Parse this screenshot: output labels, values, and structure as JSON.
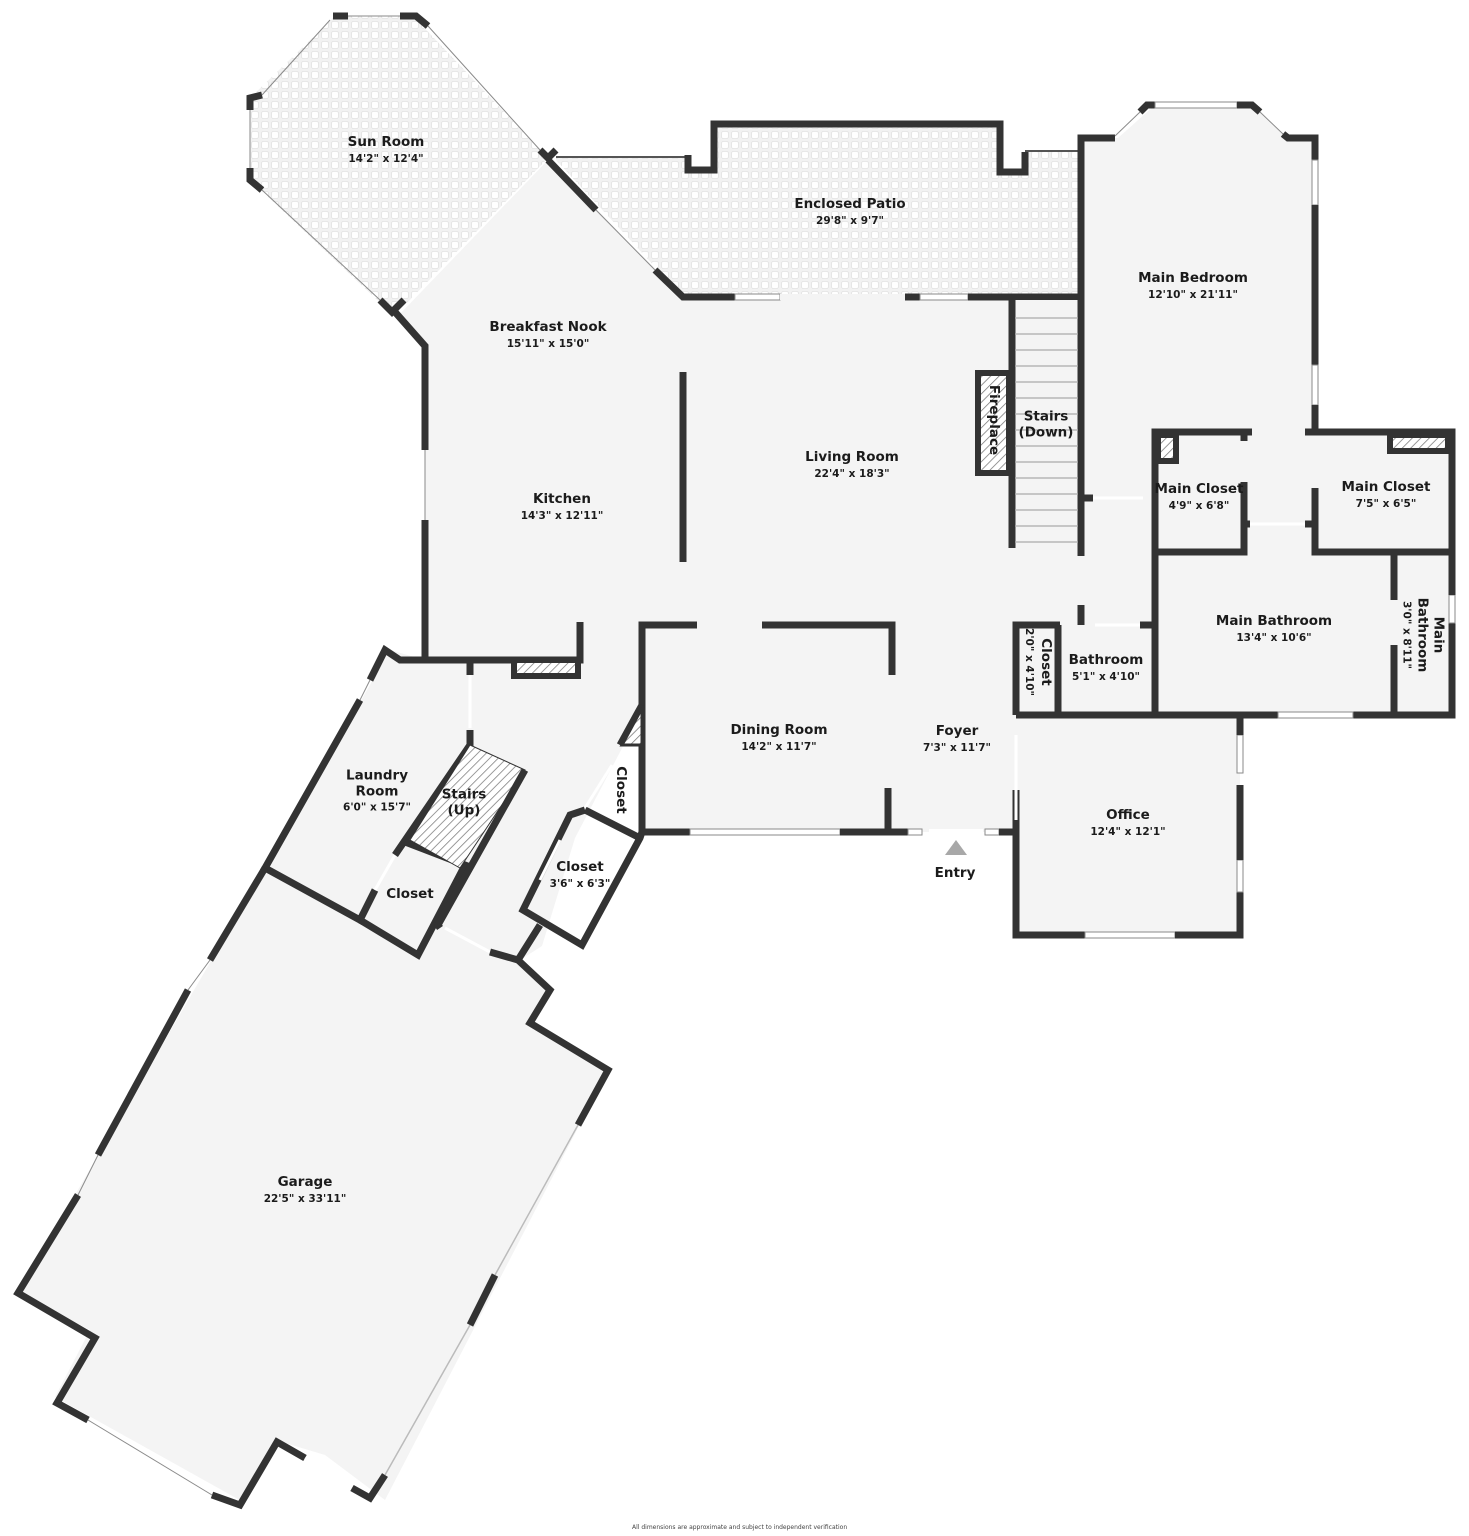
{
  "plan": {
    "type": "floor-plan",
    "colors": {
      "wall": "#333333",
      "floor": "#f4f4f4",
      "background": "#ffffff",
      "entry_arrow": "#a8a8a8"
    },
    "rooms": [
      {
        "id": "sun-room",
        "name": "Sun Room",
        "dims": "14'2\" x 12'4\""
      },
      {
        "id": "enclosed-patio",
        "name": "Enclosed Patio",
        "dims": "29'8\" x 9'7\""
      },
      {
        "id": "main-bedroom",
        "name": "Main Bedroom",
        "dims": "12'10\" x 21'11\""
      },
      {
        "id": "breakfast-nook",
        "name": "Breakfast Nook",
        "dims": "15'11\" x 15'0\""
      },
      {
        "id": "kitchen",
        "name": "Kitchen",
        "dims": "14'3\" x 12'11\""
      },
      {
        "id": "living-room",
        "name": "Living Room",
        "dims": "22'4\" x 18'3\""
      },
      {
        "id": "fireplace",
        "name": "Fireplace"
      },
      {
        "id": "stairs-down",
        "name": "Stairs",
        "sub": "(Down)"
      },
      {
        "id": "main-closet-1",
        "name": "Main Closet",
        "dims": "4'9\" x 6'8\""
      },
      {
        "id": "main-closet-2",
        "name": "Main Closet",
        "dims": "7'5\" x 6'5\""
      },
      {
        "id": "main-bathroom",
        "name": "Main Bathroom",
        "dims": "13'4\" x 10'6\""
      },
      {
        "id": "main-bathroom-2",
        "name": "Main Bathroom",
        "dims": "3'0\" x 8'11\""
      },
      {
        "id": "closet-hall",
        "name": "Closet",
        "dims": "2'0\" x 4'10\""
      },
      {
        "id": "bathroom",
        "name": "Bathroom",
        "dims": "5'1\" x 4'10\""
      },
      {
        "id": "dining-room",
        "name": "Dining Room",
        "dims": "14'2\" x 11'7\""
      },
      {
        "id": "foyer",
        "name": "Foyer",
        "dims": "7'3\" x 11'7\""
      },
      {
        "id": "office",
        "name": "Office",
        "dims": "12'4\" x 12'1\""
      },
      {
        "id": "laundry-room",
        "name": "Laundry Room",
        "line1": "Laundry",
        "line2": "Room",
        "dims": "6'0\" x 15'7\""
      },
      {
        "id": "stairs-up",
        "name": "Stairs",
        "sub": "(Up)"
      },
      {
        "id": "closet-laundry",
        "name": "Closet"
      },
      {
        "id": "closet-entry-small",
        "name": "Closet"
      },
      {
        "id": "closet-mud",
        "name": "Closet",
        "dims": "3'6\" x 6'3\""
      },
      {
        "id": "garage",
        "name": "Garage",
        "dims": "22'5\" x 33'11\""
      }
    ],
    "entry_label": "Entry",
    "footer": "All dimensions are approximate and subject to independent verification"
  }
}
